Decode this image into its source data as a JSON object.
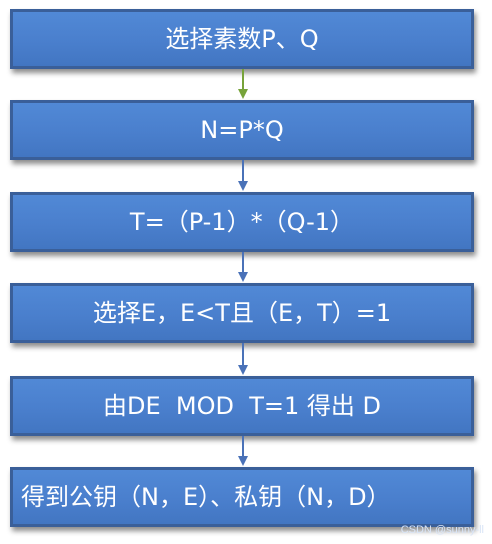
{
  "steps": [
    "选择素数P、Q",
    "N=P*Q",
    "T=（P-1）*（Q-1）",
    "选择E，E<T且（E，T）=1",
    "由DE  MOD  T=1 得出 D",
    "得到公钥（N，E）、私钥（N，D）"
  ],
  "watermark": "CSDN @sunny-ll",
  "colors": {
    "box_fill": "#4a7fcd",
    "box_border": "#3a5f99",
    "first_arrow": "#77a33a",
    "arrow": "#4a72b8",
    "text": "#ffffff"
  }
}
